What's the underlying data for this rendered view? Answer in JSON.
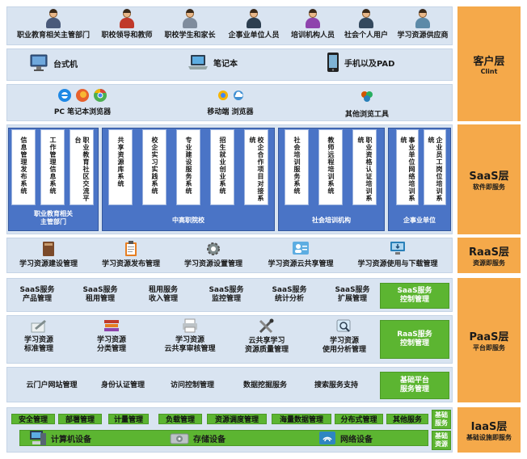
{
  "client_layer": {
    "users": [
      "职业教育相关主管部门",
      "职校领导和教师",
      "职校学生和家长",
      "企事业单位人员",
      "培训机构人员",
      "社会个人用户",
      "学习资源供应商"
    ],
    "devices": [
      "台式机",
      "笔记本",
      "手机以及PAD"
    ],
    "browsers": [
      "PC 笔记本浏览器",
      "移动端 浏览器",
      "其他浏览工具"
    ],
    "label": "客户层",
    "sublabel": "Clint"
  },
  "saas_layer": {
    "label": "SaaS层",
    "sublabel": "软件即服务",
    "groups": [
      {
        "caption": "职业教育相关\n主管部门",
        "systems": [
          "信息管理发布系统",
          "工作管理信息系统",
          "职业教育社区交流平台"
        ]
      },
      {
        "caption": "中高职院校",
        "systems": [
          "共享资源库系统",
          "校企实习实践系统",
          "专业建设服务系统",
          "招生就业创业系统",
          "校企合作项目对接系统"
        ]
      },
      {
        "caption": "社会培训机构",
        "systems": [
          "社会培训服务系统",
          "教师远程培训系统",
          "职业资格认证培训系统"
        ]
      },
      {
        "caption": "企事业单位",
        "systems": [
          "事业单位网络培训系统",
          "企业员工岗位培训系统"
        ]
      }
    ]
  },
  "raas_layer": {
    "label": "RaaS层",
    "sublabel": "资源即服务",
    "items": [
      "学习资源建设管理",
      "学习资源发布管理",
      "学习资源设置管理",
      "学习资源云共享管理",
      "学习资源使用与下载管理"
    ]
  },
  "paas_layer": {
    "label": "PaaS层",
    "sublabel": "平台即服务",
    "saas_services": [
      "SaaS服务\n产品管理",
      "SaaS服务\n租用管理",
      "租用服务\n收入管理",
      "SaaS服务\n监控管理",
      "SaaS服务\n统计分析",
      "SaaS服务\n扩展管理"
    ],
    "saas_control": "SaaS服务\n控制管理",
    "raas_services": [
      "学习资源\n标准管理",
      "学习资源\n分类管理",
      "学习资源\n云共享审核管理",
      "云共享学习\n资源质量管理",
      "学习资源\n使用分析管理"
    ],
    "raas_control": "RaaS服务\n控制管理",
    "platform_services": [
      "云门户网站管理",
      "身份认证管理",
      "访问控制管理",
      "数据挖掘服务",
      "搜索服务支持"
    ],
    "platform_control": "基础平台\n服务管理"
  },
  "iaas_layer": {
    "label": "IaaS层",
    "sublabel": "基础设施即服务",
    "services": [
      "安全管理",
      "部署管理",
      "计量管理",
      "负载管理",
      "资源调度管理",
      "海量数据管理",
      "分布式管理",
      "其他服务"
    ],
    "services_label": "基础\n服务",
    "resources": [
      "计算机设备",
      "存储设备",
      "网络设备"
    ],
    "resources_label": "基础\n资源"
  }
}
